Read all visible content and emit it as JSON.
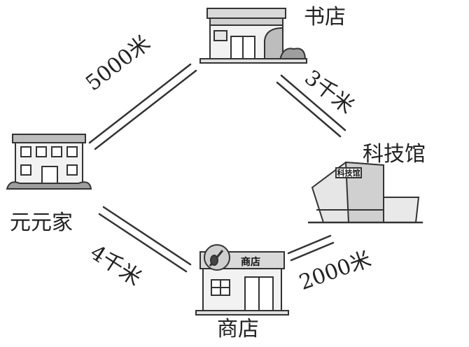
{
  "places": {
    "bookstore": "书店",
    "home": "元元家",
    "museum": "科技馆",
    "shop": "商店"
  },
  "distances": {
    "home_to_bookstore": "5000米",
    "bookstore_to_museum": "3千米",
    "home_to_shop": "4千米",
    "shop_to_museum": "2000米"
  },
  "signs": {
    "shop_sign": "商店",
    "museum_sign": "科技馆"
  }
}
